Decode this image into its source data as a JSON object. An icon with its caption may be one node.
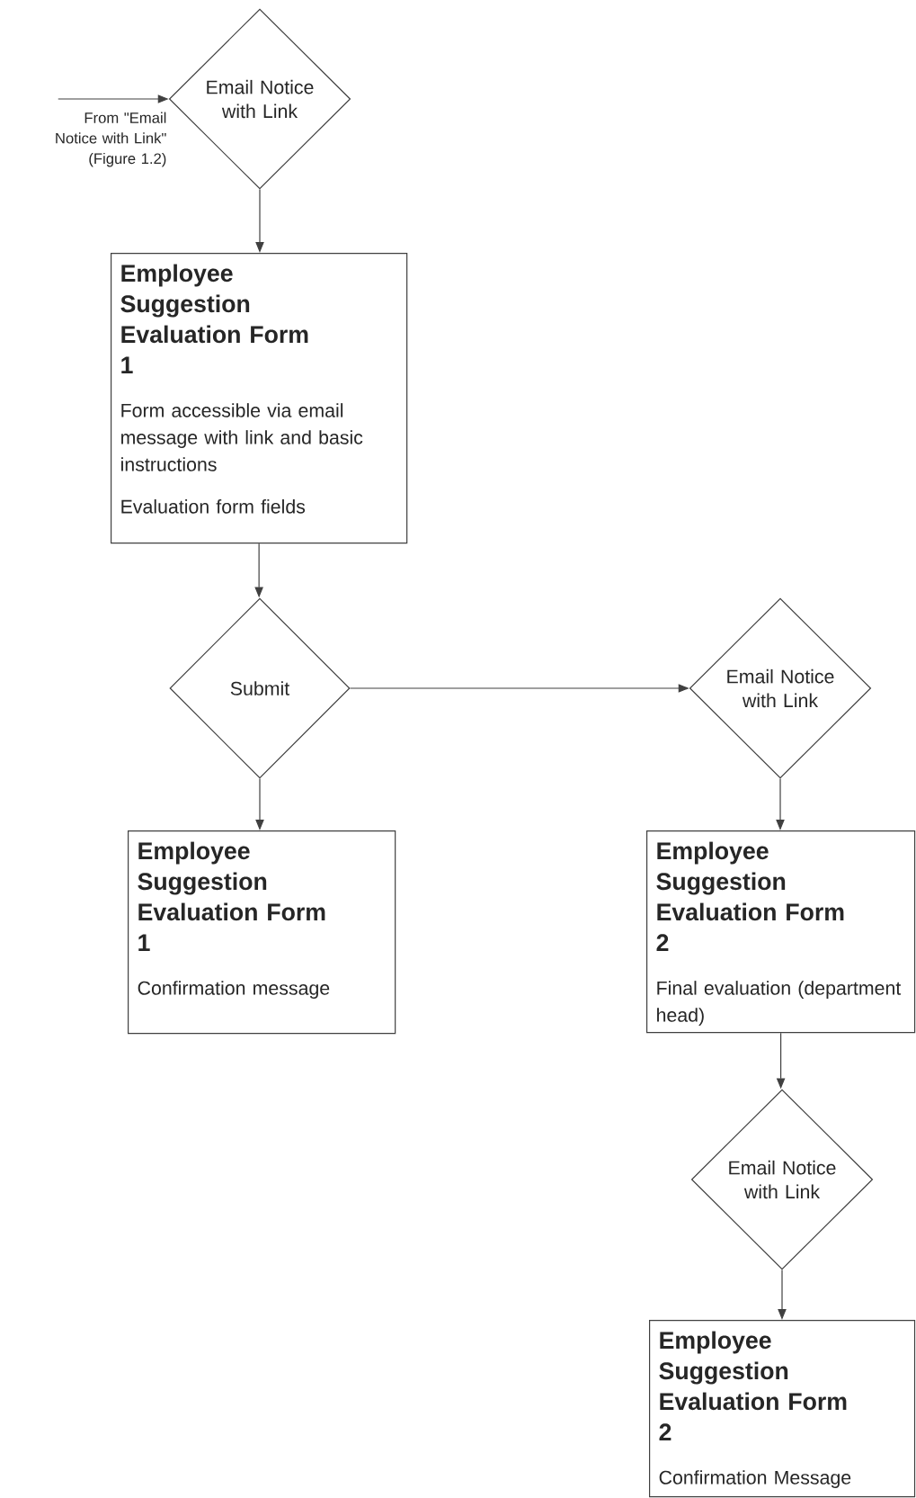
{
  "diagram": {
    "nodes": [
      {
        "text": [
          "Email Notice with Link"
        ]
      },
      {
        "text": [
          "Employee Suggestion Evaluation Form 1",
          "Form accessible via email message with link and basic instructions",
          "Evaluation form fields"
        ]
      },
      {
        "text": [
          "Submit"
        ]
      },
      {
        "text": [
          "Employee Suggestion Evaluation Form 1",
          "Confirmation message"
        ]
      },
      {
        "text": [
          "Email Notice with Link"
        ]
      },
      {
        "text": [
          "Employee Suggestion Evaluation Form 2",
          "Final evaluation (department head)"
        ]
      },
      {
        "text": [
          "Email Notice with Link"
        ]
      },
      {
        "text": [
          "Employee Suggestion Evaluation Form 2",
          "Confirmation Message"
        ]
      }
    ],
    "edges": [
      {
        "from": null,
        "to": 0,
        "arrow": "to"
      },
      {
        "from": 0,
        "to": 1,
        "arrow": "to"
      },
      {
        "from": 1,
        "to": 2,
        "arrow": "to"
      },
      {
        "from": 2,
        "to": 3,
        "arrow": "to"
      },
      {
        "from": 2,
        "to": 4,
        "arrow": "to"
      },
      {
        "from": 4,
        "to": 5,
        "arrow": "to"
      },
      {
        "from": 5,
        "to": 6,
        "arrow": "to"
      },
      {
        "from": 6,
        "to": 7,
        "arrow": "to"
      }
    ],
    "labels": [
      "From \"Email Notice with Link\" (Figure 1.2)"
    ]
  }
}
